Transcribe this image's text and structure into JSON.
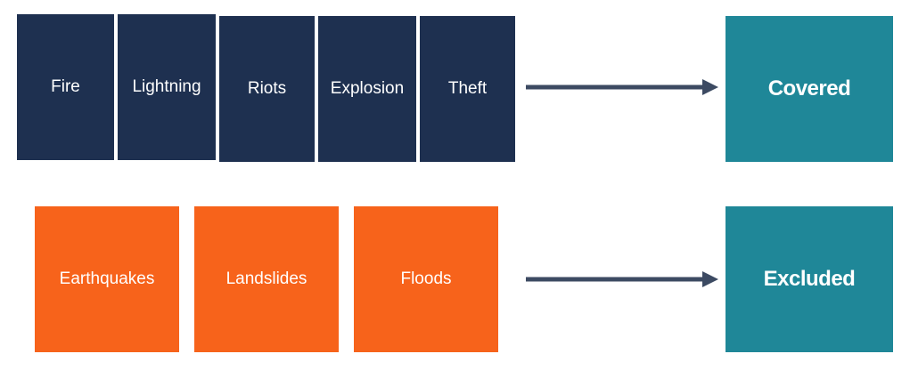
{
  "covered_perils": {
    "items": [
      {
        "label": "Fire"
      },
      {
        "label": "Lightning"
      },
      {
        "label": "Riots"
      },
      {
        "label": "Explosion"
      },
      {
        "label": "Theft"
      }
    ]
  },
  "excluded_perils": {
    "items": [
      {
        "label": "Earthquakes"
      },
      {
        "label": "Landslides"
      },
      {
        "label": "Floods"
      }
    ]
  },
  "outcomes": {
    "covered": "Covered",
    "excluded": "Excluded"
  },
  "colors": {
    "covered_box": "#1e3050",
    "excluded_box": "#f7631b",
    "outcome_box": "#1f8798",
    "arrow": "#3c4a62"
  }
}
